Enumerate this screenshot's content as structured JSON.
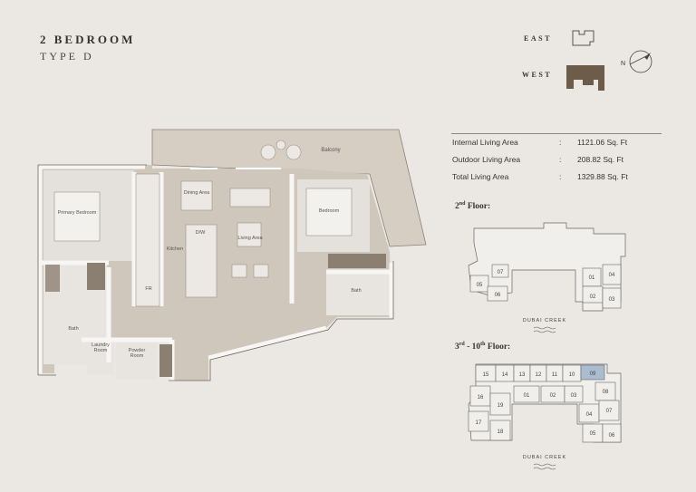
{
  "header": {
    "title": "2 BEDROOM",
    "type": "TYPE D"
  },
  "key_plan": {
    "east_label": "EAST",
    "west_label": "WEST",
    "north_label": "N",
    "highlight_color": "#6e5c4a"
  },
  "areas": [
    {
      "label": "Internal Living Area",
      "value": "1121.06 Sq. Ft"
    },
    {
      "label": "Outdoor Living Area",
      "value": "208.82 Sq. Ft"
    },
    {
      "label": "Total Living Area",
      "value": "1329.88 Sq. Ft"
    }
  ],
  "floor_2": {
    "title_main": "2",
    "title_sup": "nd",
    "title_rest": " Floor:",
    "units": [
      "07",
      "05",
      "06",
      "01",
      "04",
      "02",
      "03"
    ],
    "creek_label": "DUBAI CREEK"
  },
  "floor_3_10": {
    "title_a": "3",
    "title_a_sup": "rd",
    "title_mid": " - 10",
    "title_b_sup": "th",
    "title_rest": " Floor:",
    "units": [
      "15",
      "14",
      "13",
      "12",
      "11",
      "10",
      "09",
      "16",
      "19",
      "01",
      "02",
      "03",
      "08",
      "17",
      "18",
      "04",
      "07",
      "05",
      "06"
    ],
    "highlighted_unit": "09",
    "highlight_color": "#a9bcd0",
    "creek_label": "DUBAI CREEK"
  },
  "plan_labels": {
    "balcony": "Balcony",
    "dining": "Dining Area",
    "primary_bedroom": "Primary Bedroom",
    "bedroom": "Bedroom",
    "kitchen": "Kitchen",
    "dw": "D/W",
    "living": "Living Area",
    "fr": "FR",
    "bath_left": "Bath",
    "bath_right": "Bath",
    "laundry": "Laundry Room",
    "powder": "Powder Room"
  }
}
